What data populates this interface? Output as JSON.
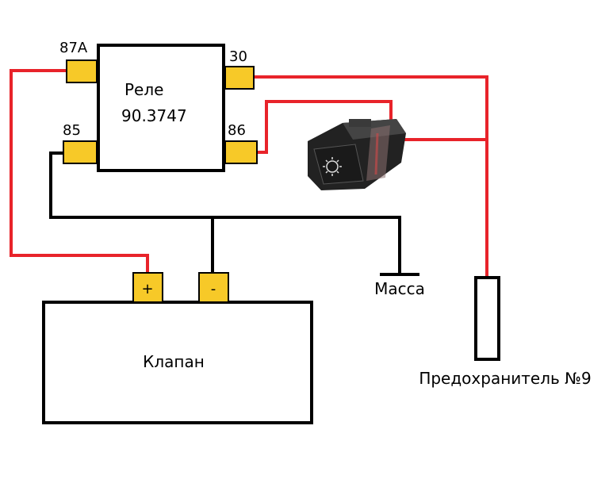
{
  "relay": {
    "name_line1": "Реле",
    "name_line2": "90.3747",
    "pins": {
      "p87a": "87A",
      "p30": "30",
      "p85": "85",
      "p86": "86"
    }
  },
  "valve": {
    "label": "Клапан",
    "plus": "+",
    "minus": "-"
  },
  "ground_label": "Масса",
  "fuse_label": "Предохранитель №9",
  "colors": {
    "wire_positive": "#e8232a",
    "wire_ground": "#000000",
    "terminal": "#f7c928"
  },
  "switch_icon": "fog-light-switch-icon"
}
